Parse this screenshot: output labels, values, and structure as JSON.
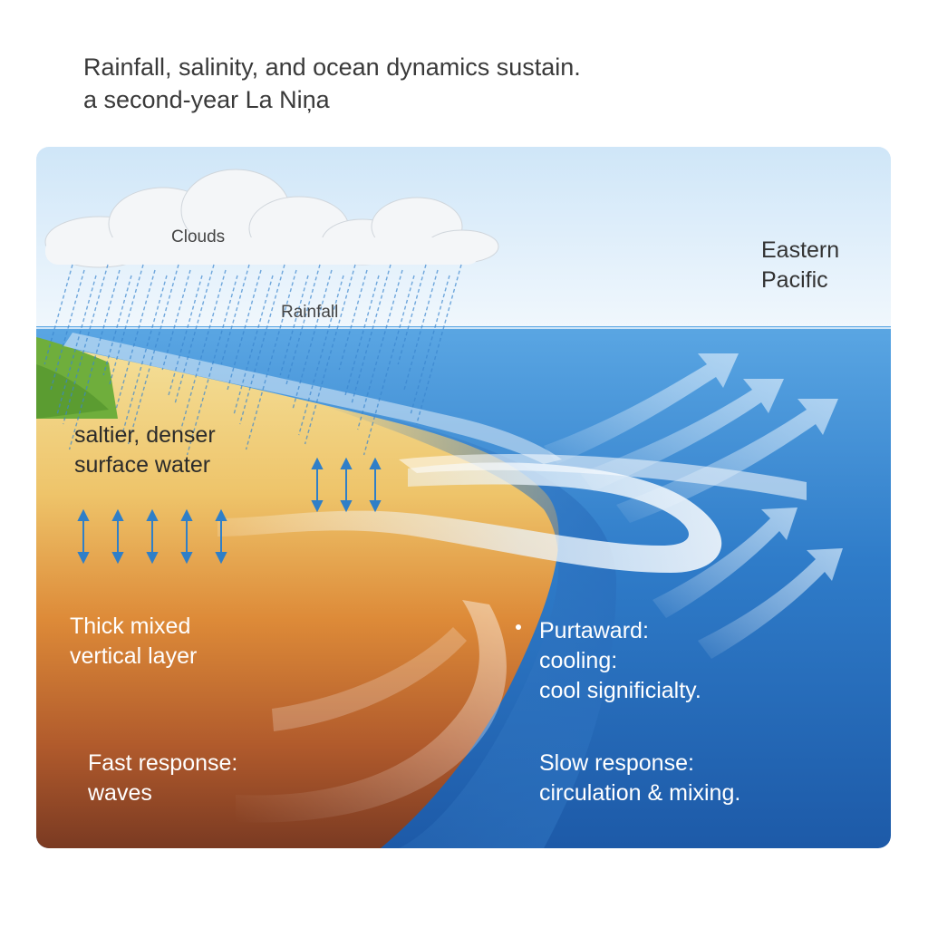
{
  "title": {
    "line1": "Rainfall, salinity, and ocean dynamics sustain.",
    "line2": "a second-year La Niņa"
  },
  "labels": {
    "clouds": "Clouds",
    "rainfall": "Rainfall",
    "eastern_line1": "Eastern",
    "eastern_line2": "Pacific",
    "saltier_line1": "saltier, denser",
    "saltier_line2": "surface water",
    "thick_line1": "Thick mixed",
    "thick_line2": "vertical layer",
    "purt_line1": "Purtaward:",
    "purt_line2": "cooling:",
    "purt_line3": "cool significialty.",
    "fast_line1": "Fast response:",
    "fast_line2": "waves",
    "slow_line1": "Slow response:",
    "slow_line2": "circulation & mixing."
  },
  "colors": {
    "sky": "#d8ecfa",
    "ocean_deep": "#1f62b0",
    "ocean_surface": "#4a97dc",
    "warm_sand": "#f2d98a",
    "warm_orange": "#d97a2e",
    "deep_brown": "#7a3b22",
    "land_green": "#6fae3c",
    "arrow_blue": "#2f7fc8"
  }
}
